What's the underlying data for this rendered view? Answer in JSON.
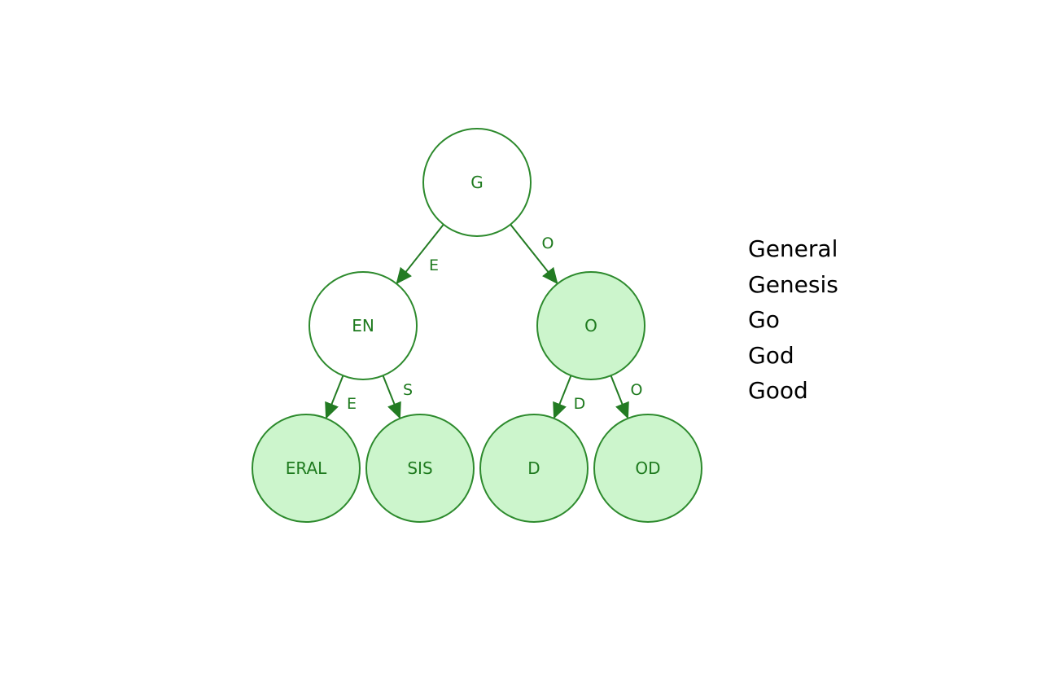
{
  "colors": {
    "stroke": "#2d8a2d",
    "text": "#1e7a1e",
    "arrow": "#237b23",
    "fill_highlight": "#ccf5cc",
    "fill_plain": "#ffffff"
  },
  "diagram": {
    "nodes": [
      {
        "id": "g",
        "label": "G",
        "highlighted": false
      },
      {
        "id": "en",
        "label": "EN",
        "highlighted": false
      },
      {
        "id": "o",
        "label": "O",
        "highlighted": true
      },
      {
        "id": "eral",
        "label": "ERAL",
        "highlighted": true
      },
      {
        "id": "sis",
        "label": "SIS",
        "highlighted": true
      },
      {
        "id": "d",
        "label": "D",
        "highlighted": true
      },
      {
        "id": "od",
        "label": "OD",
        "highlighted": true
      }
    ],
    "edges": [
      {
        "from": "g",
        "to": "en",
        "label": "E"
      },
      {
        "from": "g",
        "to": "o",
        "label": "O"
      },
      {
        "from": "en",
        "to": "eral",
        "label": "E"
      },
      {
        "from": "en",
        "to": "sis",
        "label": "S"
      },
      {
        "from": "o",
        "to": "d",
        "label": "D"
      },
      {
        "from": "o",
        "to": "od",
        "label": "O"
      }
    ]
  },
  "words": [
    "General",
    "Genesis",
    "Go",
    "God",
    "Good"
  ]
}
